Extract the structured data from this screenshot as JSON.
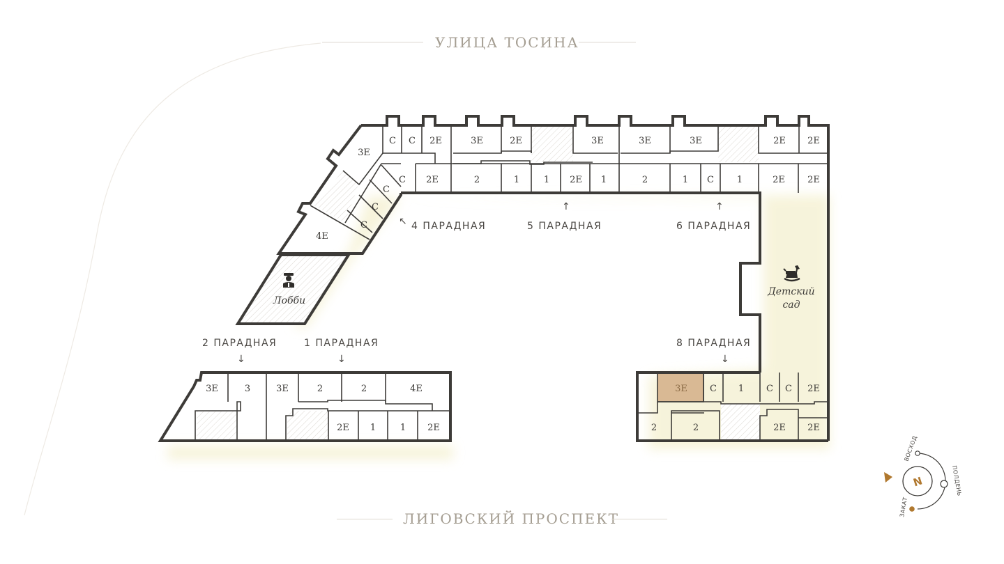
{
  "streets": {
    "top": "УЛИЦА ТОСИНА",
    "bottom": "ЛИГОВСКИЙ ПРОСПЕКТ"
  },
  "entrances": {
    "e1": "1 ПАРАДНАЯ",
    "e2": "2 ПАРАДНАЯ",
    "e4": "4 ПАРАДНАЯ",
    "e5": "5 ПАРАДНАЯ",
    "e6": "6 ПАРАДНАЯ",
    "e8": "8 ПАРАДНАЯ"
  },
  "arrows": {
    "down": "↓",
    "up": "↑",
    "upleft": "↖"
  },
  "rooms": {
    "lobby": "Лобби",
    "kindergarten_line1": "Детский",
    "kindergarten_line2": "сад"
  },
  "icons": {
    "lobby": "concierge-icon",
    "kindergarten": "rocking-horse-icon",
    "compass": "compass-icon"
  },
  "compass": {
    "north": "N",
    "sunrise": "ВОСХОД",
    "noon": "ПОЛДЕНЬ",
    "sunset": "ЗАКАТ"
  },
  "colors": {
    "selected_unit": "#d9b994",
    "walls": "#3d3b38",
    "accent": "#b0782e"
  },
  "units": {
    "nw": [
      "3Е",
      "С",
      "С",
      "2Е",
      "С",
      "2Е",
      "С",
      "С",
      "С",
      "4Е"
    ],
    "north_mid_top": [
      "3Е",
      "2Е",
      "3Е"
    ],
    "north_mid_bottom": [
      "2",
      "1",
      "1",
      "2Е",
      "1"
    ],
    "north_east_top": [
      "3Е",
      "3Е",
      "2Е",
      "2Е"
    ],
    "north_east_bottom": [
      "2",
      "1",
      "С",
      "1",
      "2Е",
      "2Е"
    ],
    "sw_top": [
      "3Е",
      "3",
      "3Е",
      "2",
      "2",
      "4Е"
    ],
    "sw_bottom": [
      "2Е",
      "1",
      "1",
      "2Е"
    ],
    "se_top": [
      "3Е",
      "С",
      "1",
      "С",
      "С",
      "2Е"
    ],
    "se_bottom": [
      "2",
      "2",
      "2Е",
      "2Е"
    ]
  }
}
